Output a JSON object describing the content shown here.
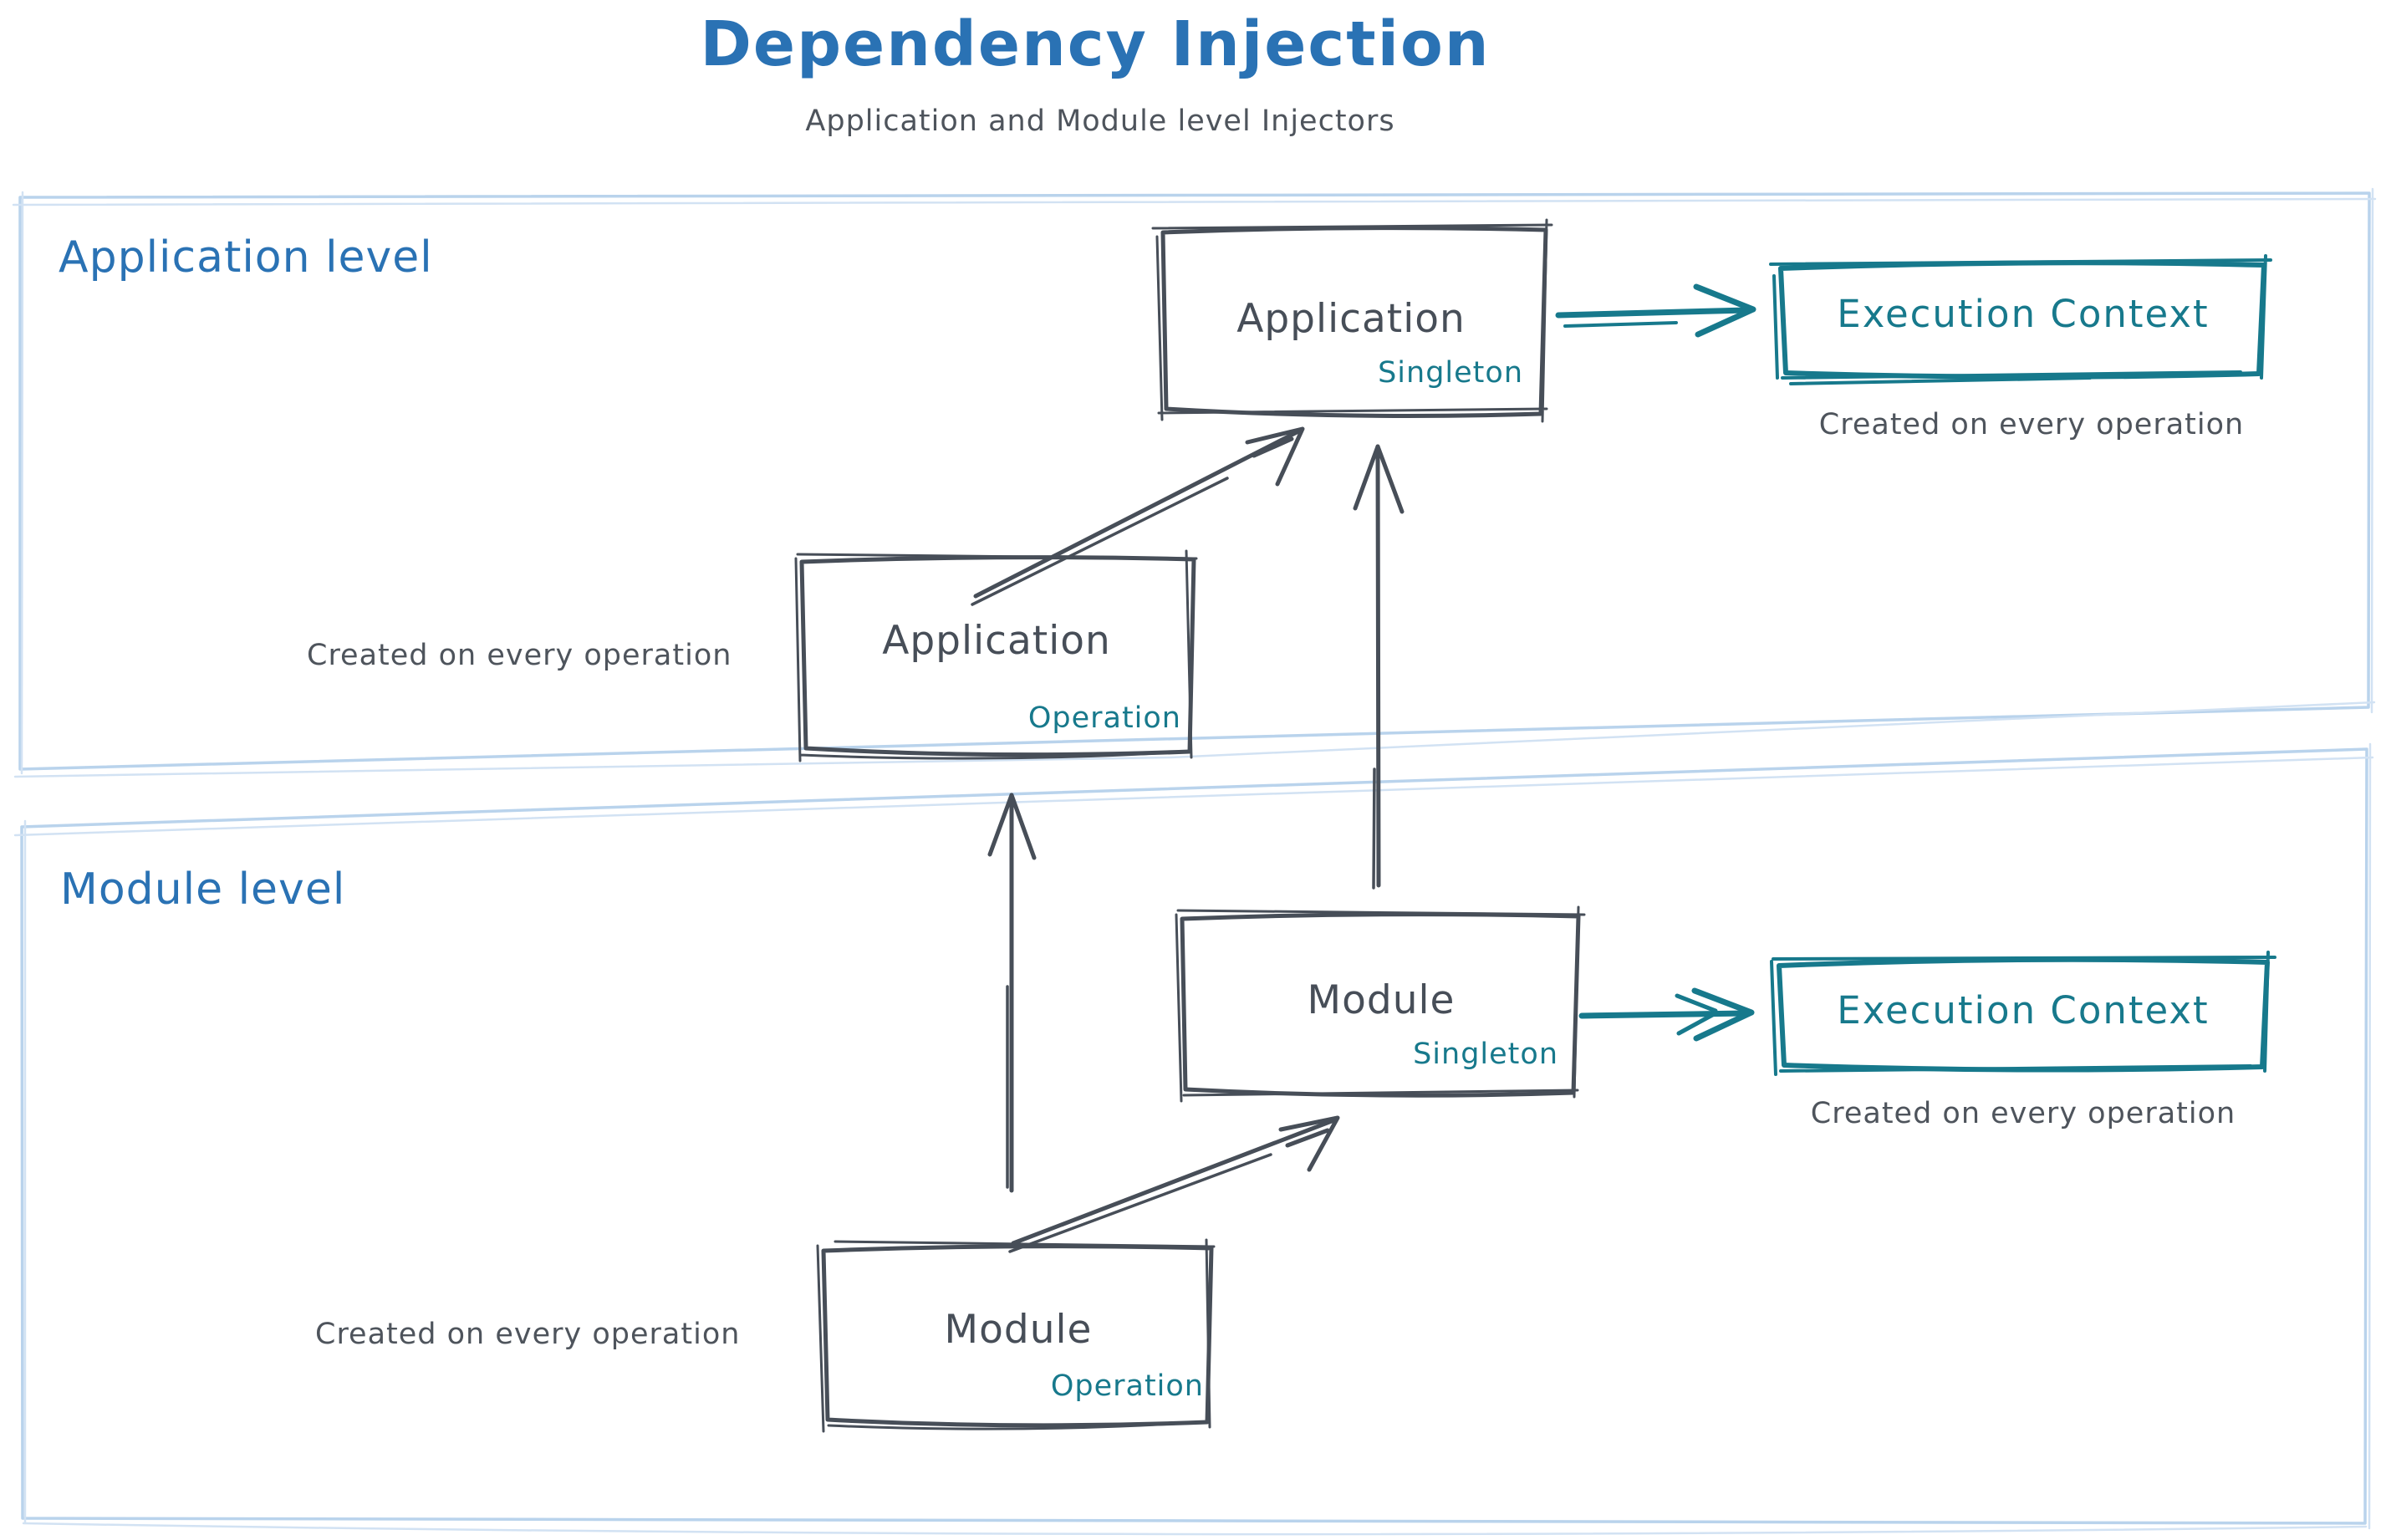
{
  "title": "Dependency Injection",
  "subtitle": "Application and Module level Injectors",
  "colors": {
    "accent_blue": "#2a72b4",
    "ink": "#474e58",
    "teal": "#17798c",
    "frame_blue": "#b9d3ec"
  },
  "application_level": {
    "label": "Application level",
    "singleton_box": {
      "title": "Application",
      "badge": "Singleton"
    },
    "operation_box": {
      "title": "Application",
      "badge": "Operation",
      "caption": "Created on every operation"
    },
    "execution_context": {
      "title": "Execution Context",
      "caption": "Created on every operation"
    }
  },
  "module_level": {
    "label": "Module level",
    "singleton_box": {
      "title": "Module",
      "badge": "Singleton"
    },
    "operation_box": {
      "title": "Module",
      "badge": "Operation",
      "caption": "Created on every operation"
    },
    "execution_context": {
      "title": "Execution Context",
      "caption": "Created on every operation"
    }
  }
}
